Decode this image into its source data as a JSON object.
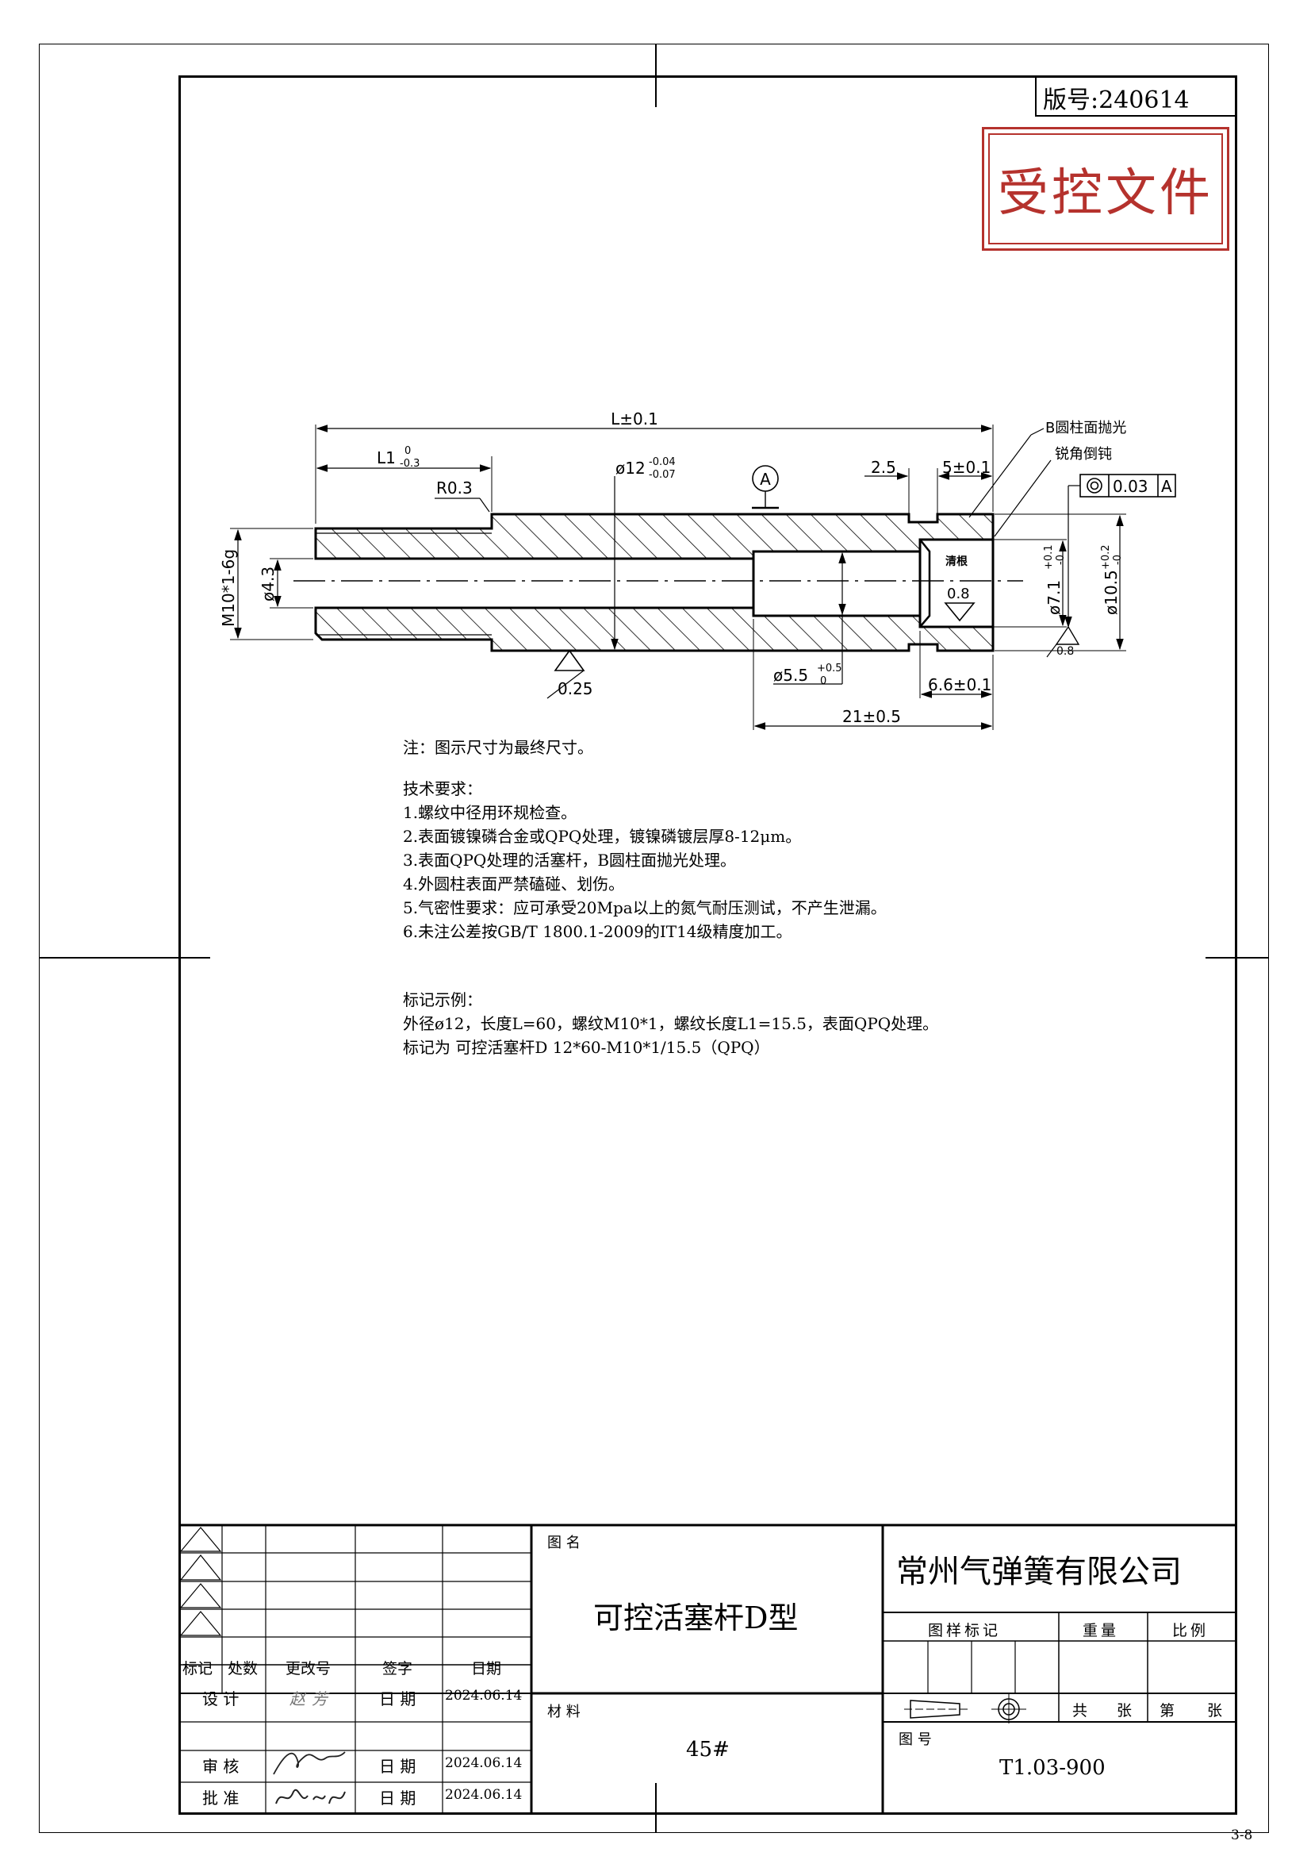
{
  "version_box": "版号:240614",
  "stamp_text": "受控文件",
  "page_number": "3-8",
  "drawing": {
    "dim_total_length": "L±0.1",
    "dim_l1": "L1",
    "dim_l1_upper": "0",
    "dim_l1_lower": "-0.3",
    "dim_r03": "R0.3",
    "dim_d12": "ø12",
    "dim_d12_upper": "-0.04",
    "dim_d12_lower": "-0.07",
    "datum_a": "A",
    "dim_2_5": "2.5",
    "dim_5": "5±0.1",
    "note_b_polish": "B圆柱面抛光",
    "note_chamfer": "锐角倒钝",
    "tolerance_value": "0.03",
    "tolerance_datum": "A",
    "dim_thread": "M10*1-6g",
    "dim_d4_3": "ø4.3",
    "label_clear_root": "清根",
    "roughness_0_8_a": "0.8",
    "roughness_0_8_b": "0.8",
    "roughness_0_25": "0.25",
    "dim_d7_1": "ø7.1",
    "dim_d7_1_upper": "+0.1",
    "dim_d7_1_lower": "-0",
    "dim_d10_5": "ø10.5",
    "dim_d10_5_upper": "+0.2",
    "dim_d10_5_lower": "-0",
    "dim_d5_5": "ø5.5",
    "dim_d5_5_upper": "+0.5",
    "dim_d5_5_lower": "0",
    "dim_6_6": "6.6±0.1",
    "dim_21": "21±0.5"
  },
  "notes": {
    "remark": "注：图示尺寸为最终尺寸。",
    "tech_title": "技术要求：",
    "tech_items": [
      "1.螺纹中径用环规检查。",
      "2.表面镀镍磷合金或QPQ处理，镀镍磷镀层厚8-12μm。",
      "3.表面QPQ处理的活塞杆，B圆柱面抛光处理。",
      "4.外圆柱表面严禁磕碰、划伤。",
      "5.气密性要求：应可承受20Mpa以上的氮气耐压测试，不产生泄漏。",
      "6.未注公差按GB/T 1800.1-2009的IT14级精度加工。"
    ],
    "example_title": "标记示例：",
    "example_lines": [
      "外径ø12，长度L=60，螺纹M10*1，螺纹长度L1=15.5，表面QPQ处理。",
      "标记为 可控活塞杆D 12*60-M10*1/15.5（QPQ）"
    ]
  },
  "title_block": {
    "rev_headers": [
      "标记",
      "处数",
      "更改号",
      "签字",
      "日期"
    ],
    "design_label": "设 计",
    "review_label": "审 核",
    "approve_label": "批 准",
    "date_label": "日 期",
    "design_date": "2024.06.14",
    "review_date": "2024.06.14",
    "approve_date": "2024.06.14",
    "design_signature": "赵芳",
    "drawing_name_label": "图 名",
    "drawing_name": "可控活塞杆D型",
    "material_label": "材 料",
    "material": "45#",
    "company": "常州气弹簧有限公司",
    "sample_mark_label": "图样标记",
    "weight_label": "重量",
    "scale_label": "比例",
    "sheets_total_label": "共",
    "sheets_unit_label": "张",
    "sheet_no_label": "第",
    "sheet_no_unit_label": "张",
    "drawing_no_label": "图 号",
    "drawing_no": "T1.03-900"
  }
}
